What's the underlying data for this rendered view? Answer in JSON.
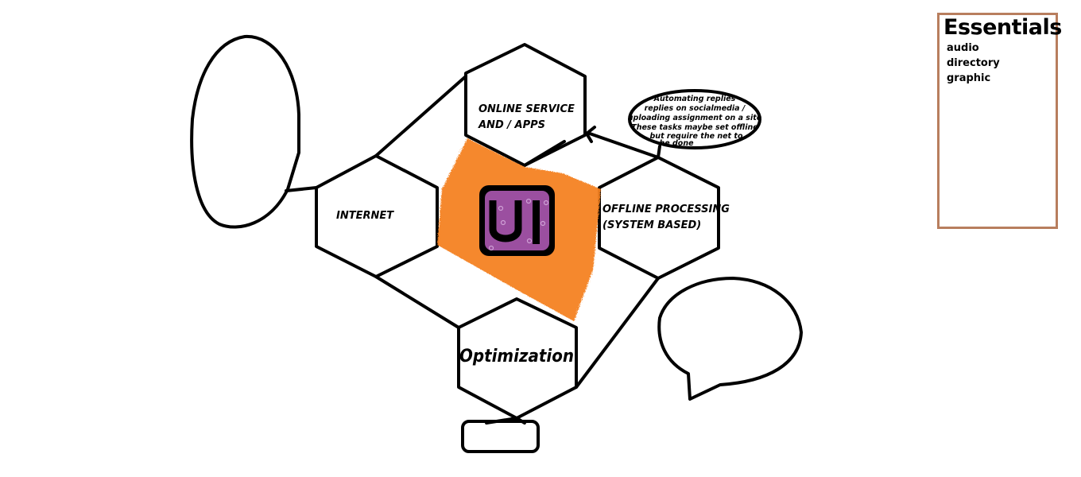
{
  "hexagons": {
    "online": [
      "ONLINE SERVICE",
      "AND / APPS"
    ],
    "internet": "INTERNET",
    "offline": [
      "OFFLINE PROCESSING",
      "(SYSTEM BASED)"
    ],
    "optimization": "Optimization"
  },
  "center_logo": {
    "text": "UI",
    "fill_color": "#f58220",
    "logo_color": "#9b4fa0"
  },
  "callout": [
    "Automating replies",
    "replies on socialmedia /",
    "uploading assignment on a site",
    "These tasks maybe set offline",
    "but require the net to",
    "be done"
  ],
  "essentials": {
    "title": "Essentials",
    "items": [
      "audio",
      "directory",
      "graphic"
    ],
    "border_color": "#b87e5e"
  }
}
